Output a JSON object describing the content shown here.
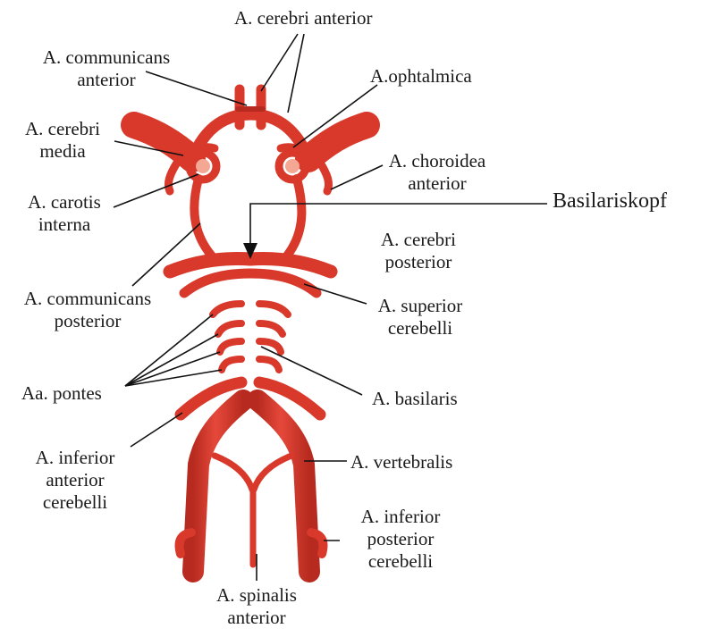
{
  "labels": {
    "cerebri_anterior": "A. cerebri anterior",
    "communicans_anterior_1": "A. communicans",
    "communicans_anterior_2": "anterior",
    "ophtalmica": "A.ophtalmica",
    "cerebri_media_1": "A. cerebri",
    "cerebri_media_2": "media",
    "choroidea_1": "A. choroidea",
    "choroidea_2": "anterior",
    "carotis_1": "A. carotis",
    "carotis_2": "interna",
    "basilariskopf": "Basilariskopf",
    "cerebri_posterior_1": "A. cerebri",
    "cerebri_posterior_2": "posterior",
    "communicans_posterior_1": "A. communicans",
    "communicans_posterior_2": "posterior",
    "superior_cerebelli_1": "A. superior",
    "superior_cerebelli_2": "cerebelli",
    "pontes": "Aa. pontes",
    "basilaris": "A. basilaris",
    "inferior_anterior_1": "A. inferior",
    "inferior_anterior_2": "anterior",
    "inferior_anterior_3": "cerebelli",
    "vertebralis": "A. vertebralis",
    "inferior_posterior_1": "A. inferior",
    "inferior_posterior_2": "posterior",
    "inferior_posterior_3": "cerebelli",
    "spinalis_1": "A. spinalis",
    "spinalis_2": "anterior"
  },
  "colors": {
    "artery": "#d8392b",
    "artery_dark": "#b72a1f",
    "artery_light": "#ee6a55",
    "leader": "#111111"
  }
}
